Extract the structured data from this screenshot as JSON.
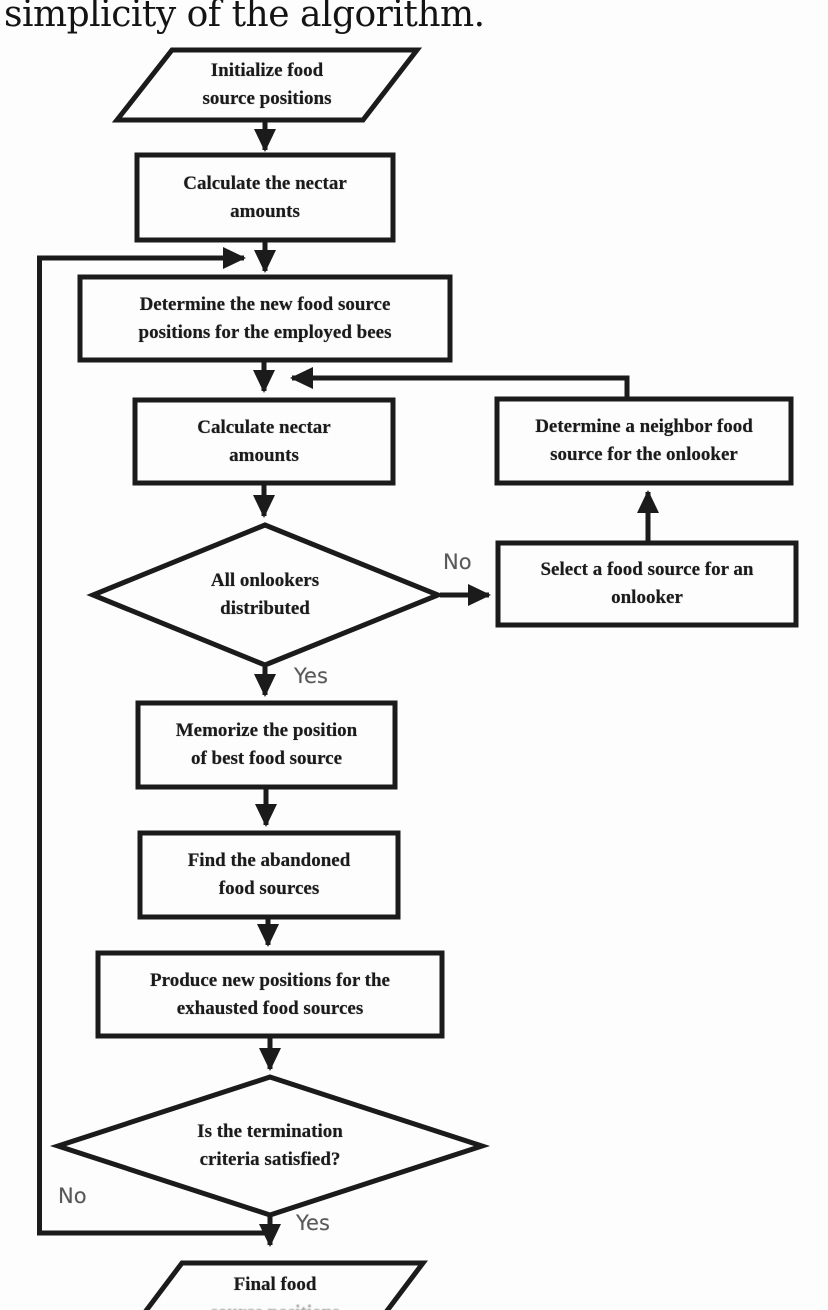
{
  "page": {
    "header_text": "simplicity of the algorithm."
  },
  "flowchart": {
    "colors": {
      "ink": "#1b1b1b",
      "edge_label_gray": "#585858",
      "background": "#fdfdfd"
    },
    "nodes": {
      "start": {
        "shape": "parallelogram",
        "lines": [
          "Initialize food",
          "source positions"
        ]
      },
      "calc_nectar_1": {
        "shape": "process",
        "lines": [
          "Calculate the nectar",
          "amounts"
        ]
      },
      "determine_new_positions": {
        "shape": "process",
        "lines": [
          "Determine the new food source",
          "positions for the employed bees"
        ]
      },
      "calc_nectar_2": {
        "shape": "process",
        "lines": [
          "Calculate nectar",
          "amounts"
        ]
      },
      "neighbor_source": {
        "shape": "process",
        "lines": [
          "Determine a neighbor food",
          "source for the onlooker"
        ]
      },
      "all_onlookers": {
        "shape": "decision",
        "lines": [
          "All onlookers",
          "distributed"
        ]
      },
      "select_source": {
        "shape": "process",
        "lines": [
          "Select a food source for an",
          "onlooker"
        ]
      },
      "memorize_best": {
        "shape": "process",
        "lines": [
          "Memorize the position",
          "of best food source"
        ]
      },
      "find_abandoned": {
        "shape": "process",
        "lines": [
          "Find the abandoned",
          "food sources"
        ]
      },
      "produce_new": {
        "shape": "process",
        "lines": [
          "Produce new positions for the",
          "exhausted food sources"
        ]
      },
      "termination": {
        "shape": "decision",
        "lines": [
          "Is the termination",
          "criteria satisfied?"
        ]
      },
      "final": {
        "shape": "parallelogram",
        "lines": [
          "Final food",
          "source positions"
        ]
      }
    },
    "edge_labels": {
      "onlookers_no": "No",
      "onlookers_yes": "Yes",
      "termination_no": "No",
      "termination_yes": "Yes"
    }
  }
}
